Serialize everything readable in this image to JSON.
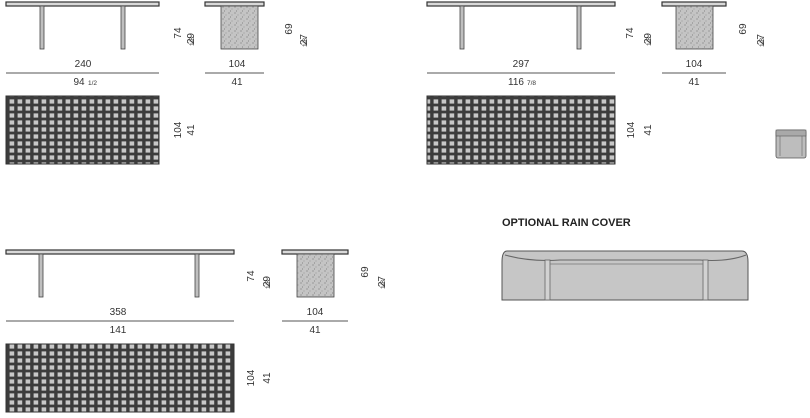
{
  "tables": [
    {
      "length_cm": "240",
      "length_in": "94",
      "length_in_frac": "1/2",
      "height_cm": "74",
      "height_in": "29",
      "height_in_frac": "1/8",
      "width_cm": "104",
      "width_in": "41",
      "base_height_cm": "69",
      "base_height_in": "27",
      "base_height_in_frac": "1/8",
      "plan_width_cm": "104",
      "plan_width_in": "41"
    },
    {
      "length_cm": "297",
      "length_in": "116",
      "length_in_frac": "7/8",
      "height_cm": "74",
      "height_in": "29",
      "height_in_frac": "1/8",
      "width_cm": "104",
      "width_in": "41",
      "base_height_cm": "69",
      "base_height_in": "27",
      "base_height_in_frac": "1/8",
      "plan_width_cm": "104",
      "plan_width_in": "41"
    },
    {
      "length_cm": "358",
      "length_in": "141",
      "length_in_frac": "",
      "height_cm": "74",
      "height_in": "29",
      "height_in_frac": "1/8",
      "width_cm": "104",
      "width_in": "41",
      "base_height_cm": "69",
      "base_height_in": "27",
      "base_height_in_frac": "1/8",
      "plan_width_cm": "104",
      "plan_width_in": "41"
    }
  ],
  "rain_cover": {
    "title": "OPTIONAL RAIN COVER"
  }
}
